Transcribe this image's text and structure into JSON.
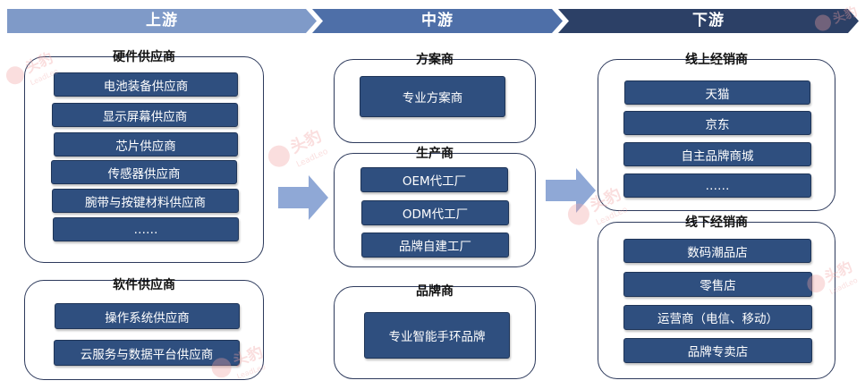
{
  "stages": {
    "upstream": "上游",
    "midstream": "中游",
    "downstream": "下游"
  },
  "upstream": {
    "hardware": {
      "title": "硬件供应商",
      "items": [
        "电池装备供应商",
        "显示屏幕供应商",
        "芯片供应商",
        "传感器供应商",
        "腕带与按键材料供应商",
        "……"
      ]
    },
    "software": {
      "title": "软件供应商",
      "items": [
        "操作系统供应商",
        "云服务与数据平台供应商"
      ]
    }
  },
  "midstream": {
    "solution": {
      "title": "方案商",
      "items": [
        "专业方案商"
      ]
    },
    "production": {
      "title": "生产商",
      "items": [
        "OEM代工厂",
        "ODM代工厂",
        "品牌自建工厂"
      ]
    },
    "brand": {
      "title": "品牌商",
      "items": [
        "专业智能手环品牌"
      ]
    }
  },
  "downstream": {
    "online": {
      "title": "线上经销商",
      "items": [
        "天猫",
        "京东",
        "自主品牌商城",
        "……"
      ]
    },
    "offline": {
      "title": "线下经销商",
      "items": [
        "数码潮品店",
        "零售店",
        "运营商（电信、移动）",
        "品牌专卖店"
      ]
    }
  },
  "watermark": {
    "cn": "头豹",
    "en": "LeadLeo"
  },
  "colors": {
    "stage_up": "#7f9ac8",
    "stage_mid": "#4e6fa8",
    "stage_down": "#2c4066",
    "box": "#2f4f7f",
    "group_border": "#2d3a5c",
    "flow_arrow": "#8fa8d6",
    "watermark": "#f2a3a3"
  }
}
